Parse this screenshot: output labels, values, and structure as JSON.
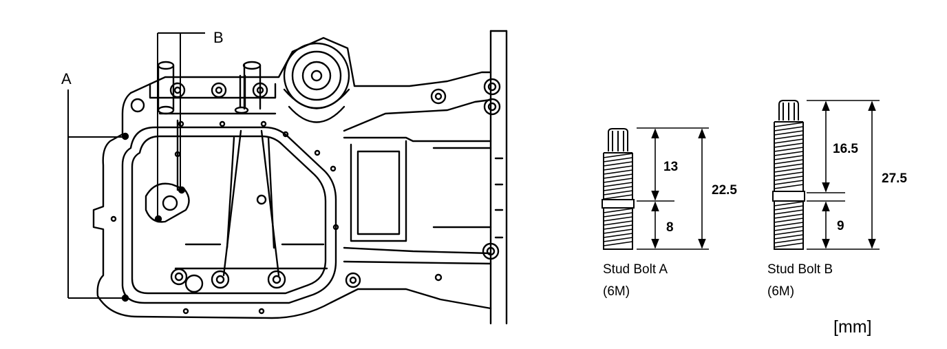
{
  "labels": {
    "a": "A",
    "b": "B"
  },
  "stud_a": {
    "caption": "Stud Bolt A",
    "size": "(6M)",
    "dim_upper": "13",
    "dim_lower": "8",
    "dim_total": "22.5"
  },
  "stud_b": {
    "caption": "Stud Bolt B",
    "size": "(6M)",
    "dim_upper": "16.5",
    "dim_lower": "9",
    "dim_total": "27.5"
  },
  "unit": "[mm]"
}
